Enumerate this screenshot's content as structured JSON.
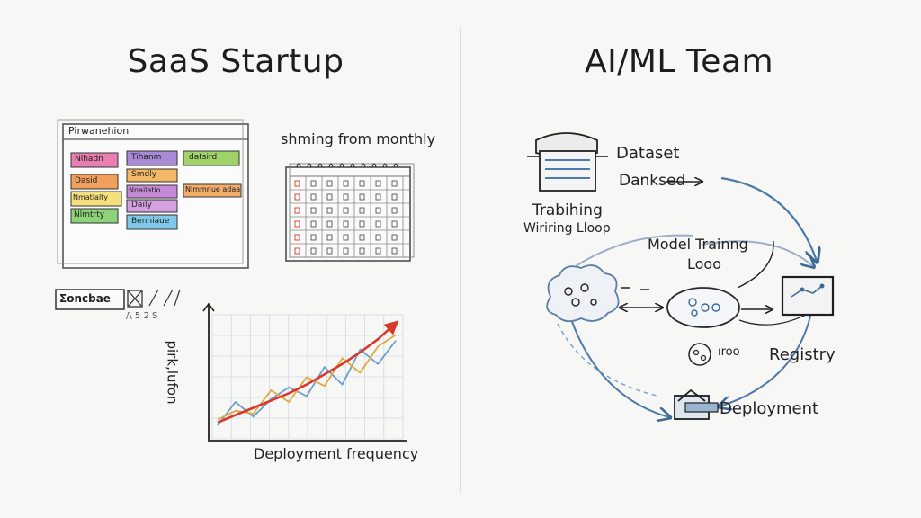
{
  "left_title": "SaaS Startup",
  "right_title": "AI/ML Team",
  "kanban": {
    "header": "Pirwanehion",
    "cards": [
      "Nihadn",
      "Tihanm",
      "datsird",
      "Dasid",
      "Smdly",
      "Nmatialty",
      "Nnailatio",
      "Nlmmnue adaa",
      "Nlmtrty",
      "Daily",
      "Benniaue"
    ]
  },
  "calendar_caption": "shming from monthly",
  "small_box_text": "Σoncbae",
  "small_scribble": "/\\ 5 2 S",
  "chart": {
    "xlabel": "Deployment frequency",
    "ylabel": "pirk,lufon"
  },
  "ml": {
    "dataset": "Dataset",
    "dataset_sub": "Danksed",
    "training_title": "Trabihing",
    "training_sub": "Wiriring Lloop",
    "model_training": "Model Trainng",
    "model_training_sub": "Looo",
    "registry": "Registry",
    "deployment": "Deployment",
    "small_node": "ıroo"
  },
  "chart_data": {
    "type": "line",
    "xlabel": "Deployment frequency",
    "ylabel": "pirk,lufon",
    "x": [
      0,
      1,
      2,
      3,
      4,
      5,
      6,
      7,
      8,
      9,
      10
    ],
    "series": [
      {
        "values": [
          1,
          1.5,
          2,
          2.5,
          3,
          3.6,
          4.3,
          5,
          5.8,
          6.7,
          7.8
        ]
      },
      {
        "values": [
          1.2,
          1.8,
          1.6,
          3.2,
          2.4,
          4.1,
          3.5,
          5.4,
          4.4,
          6.2,
          7.0
        ]
      },
      {
        "values": [
          0.8,
          2.4,
          1.4,
          2.6,
          3.4,
          2.8,
          4.8,
          3.6,
          6.0,
          5.0,
          6.6
        ]
      }
    ],
    "colors": [
      "#d9392b",
      "#e2a83b",
      "#6b9fd0"
    ],
    "grid": true
  }
}
